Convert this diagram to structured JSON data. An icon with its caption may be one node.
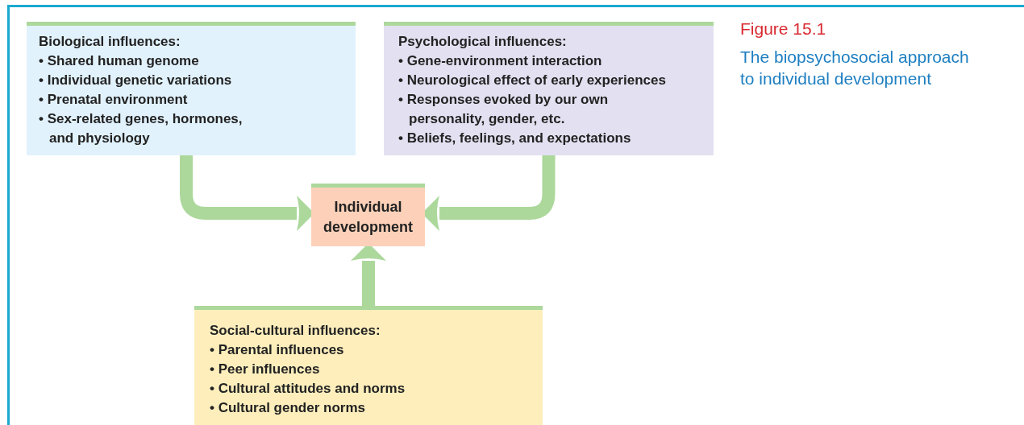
{
  "diagram": {
    "title": "Figure 15.1",
    "caption": "The biopsychosocial approach to individual development",
    "nodes": [
      {
        "text": [
          "Biological influences:",
          "• Shared human genome",
          "• Individual genetic variations",
          "• Prenatal environment",
          "• Sex-related genes, hormones, and physiology"
        ]
      },
      {
        "text": [
          "Psychological influences:",
          "• Gene-environment interaction",
          "• Neurological effect of early experiences",
          "• Responses evoked by our own personality, gender, etc.",
          "• Beliefs, feelings, and expectations"
        ]
      },
      {
        "text": [
          "Individual development"
        ]
      },
      {
        "text": [
          "Social-cultural influences:",
          "• Parental influences",
          "• Peer influences",
          "• Cultural attitudes and norms",
          "• Cultural gender norms"
        ]
      }
    ],
    "edges": [
      {
        "from": 0,
        "to": 2,
        "arrow": "to"
      },
      {
        "from": 1,
        "to": 2,
        "arrow": "to"
      },
      {
        "from": 3,
        "to": 2,
        "arrow": "to"
      }
    ]
  }
}
